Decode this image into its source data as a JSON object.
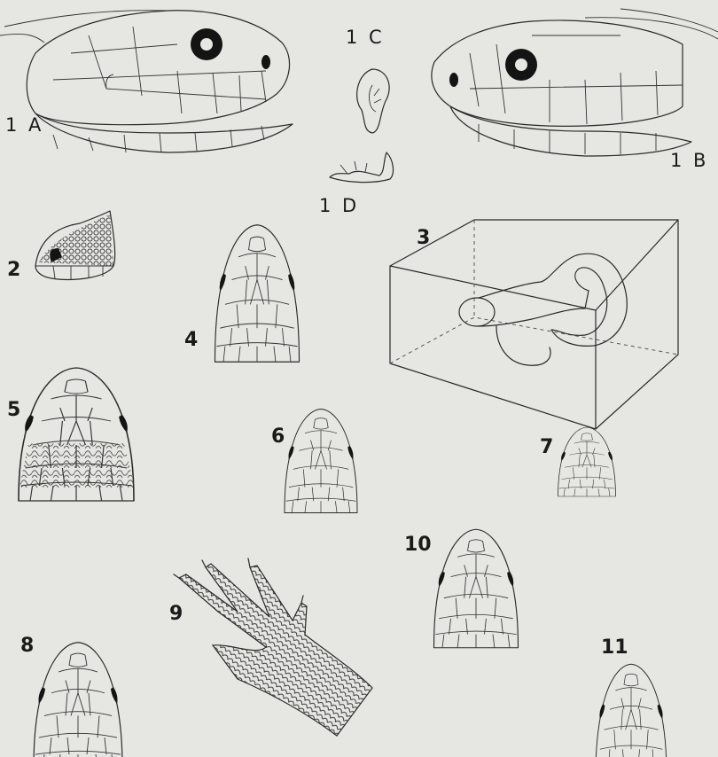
{
  "labels": {
    "f1a": "1 A",
    "f1b": "1 B",
    "f1c": "1 C",
    "f1d": "1 D",
    "f2": "2",
    "f3": "3",
    "f4": "4",
    "f5": "5",
    "f6": "6",
    "f7": "7",
    "f8": "8",
    "f9": "9",
    "f10": "10",
    "f11": "11"
  },
  "colors": {
    "paper": "#e6e6e2",
    "ink": "#1a1a1a"
  }
}
